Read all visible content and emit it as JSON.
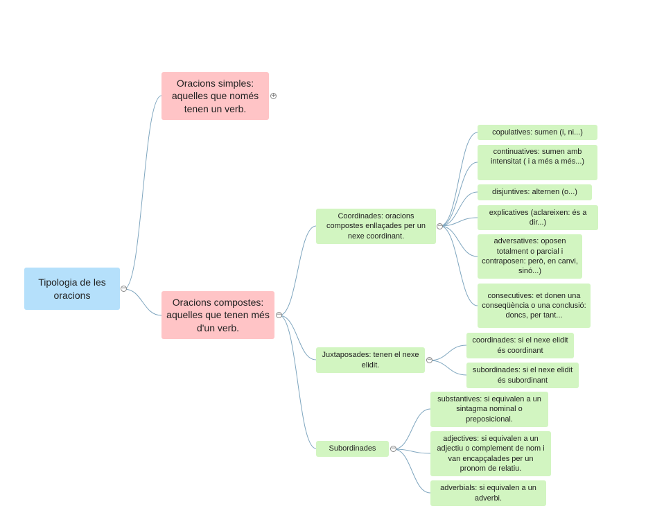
{
  "mindmap": {
    "root": "Tipologia de les oracions",
    "simples": "Oracions simples: aquelles que només tenen un verb.",
    "compostes": "Oracions compostes: aquelles que tenen més d'un verb.",
    "coordinades": "Coordinades: oracions compostes enllaçades per un nexe coordinant.",
    "juxtaposades": "Juxtaposades: tenen el nexe elidit.",
    "subordinades": "Subordinades",
    "coord_children": [
      "copulatives: sumen (i, ni...)",
      "continuatives: sumen amb intensitat ( i a més a més...)",
      "disjuntives: alternen (o...)",
      "explicatives (aclareixen: és a dir...)",
      "adversatives: oposen totalment o parcial i contraposen: però, en canvi, sinó...)",
      "consecutives: et donen una conseqüència o una conclusió: doncs, per tant..."
    ],
    "juxt_children": [
      "coordinades: si el nexe elidit és coordinant",
      "subordinades: si el nexe elidit és subordinant"
    ],
    "sub_children": [
      "substantives: si equivalen a un sintagma nominal o preposicional.",
      "adjectives: si equivalen a un adjectiu o complement de nom i van encapçalades per un pronom de relatiu.",
      "adverbials: si equivalen a un adverbi."
    ],
    "toggles": {
      "collapse": "−",
      "expand": "+"
    },
    "colors": {
      "root": "#b5e0fb",
      "level1": "#ffc4c6",
      "level2": "#d2f5c1",
      "connector": "#7fa6bf"
    }
  }
}
